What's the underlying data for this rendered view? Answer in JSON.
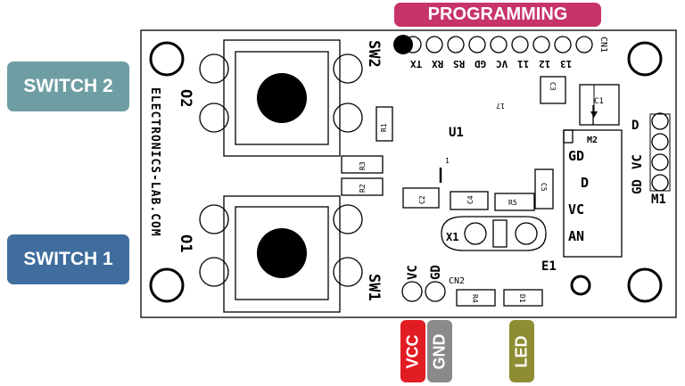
{
  "callouts": {
    "programming": "PROGRAMMING",
    "switch2": "SWITCH 2",
    "switch1": "SWITCH 1",
    "vcc": "VCC",
    "gnd": "GND",
    "led": "LED"
  },
  "silkscreen": {
    "brand": "ELECTRONICS-LAB.COM",
    "o2": "O2",
    "o1": "O1",
    "sw2": "SW2",
    "sw1": "SW1",
    "prog_pins": [
      "TX",
      "RX",
      "RS",
      "GD",
      "VC",
      "11",
      "12",
      "13"
    ],
    "cn1": "CN1",
    "cn2": "CN2",
    "cn2_pins": [
      "VC",
      "GD"
    ],
    "r1": "R1",
    "r2": "R2",
    "r3": "R3",
    "r4": "R4",
    "r5": "R5",
    "c1": "C1",
    "c2": "C2",
    "c3": "C3",
    "c4": "C4",
    "c5": "C5",
    "d1": "D1",
    "u1": "U1",
    "pin1": "1",
    "pin17": "17",
    "x1": "X1",
    "e1": "E1",
    "m1": "M1",
    "m2": "M2",
    "m2_pins": [
      "GD",
      "D",
      "VC",
      "AN"
    ],
    "m1_pins": [
      "D",
      "VC",
      "GD"
    ]
  },
  "colors": {
    "programming": "#c7336b",
    "switch2": "#6e9ea3",
    "switch1": "#3e6d9e",
    "vcc": "#e11c23",
    "gnd": "#8a8a8a",
    "led": "#8f8d33"
  }
}
